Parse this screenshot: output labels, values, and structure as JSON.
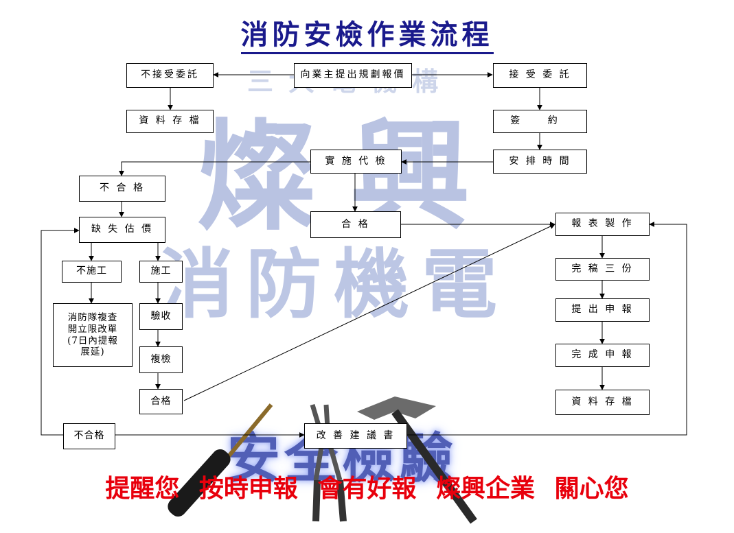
{
  "title": "消防安檢作業流程",
  "watermark": {
    "top": "三大電機構",
    "big": "燦興",
    "middle": "消防機電",
    "bottom": "安全檢驗"
  },
  "nodes": {
    "request_quote": "向業主提出規劃報價",
    "reject_commission": "不接受委託",
    "archive_left": "資 料 存 檔",
    "accept_commission": "接 受 委 託",
    "sign_contract": "簽  約",
    "schedule": "安 排 時 間",
    "inspection": "實 施 代 檢",
    "fail_1": "不  合  格",
    "pass_1": "合  格",
    "defect_estimate": "缺 失 估 價",
    "no_construction": "不施工",
    "construction": "施工",
    "fire_dept_notice": "消防隊複查\n開立限改單\n(7日內提報\n展延)",
    "acceptance": "驗收",
    "reinspection": "複檢",
    "pass_2": "合格",
    "fail_2": "不合格",
    "improvement_report": "改 善 建 議 書",
    "report_making": "報 表 製 作",
    "three_copies": "完 稿 三 份",
    "submit_report": "提 出 申 報",
    "complete_report": "完 成 申 報",
    "archive_right": "資 料 存 檔"
  },
  "footer": [
    "提醒您",
    "按時申報",
    "會有好報",
    "燦興企業",
    "關心您"
  ],
  "colors": {
    "title": "#1a1a8c",
    "footer": "#e8000c",
    "watermark": "#b9c3e2"
  }
}
